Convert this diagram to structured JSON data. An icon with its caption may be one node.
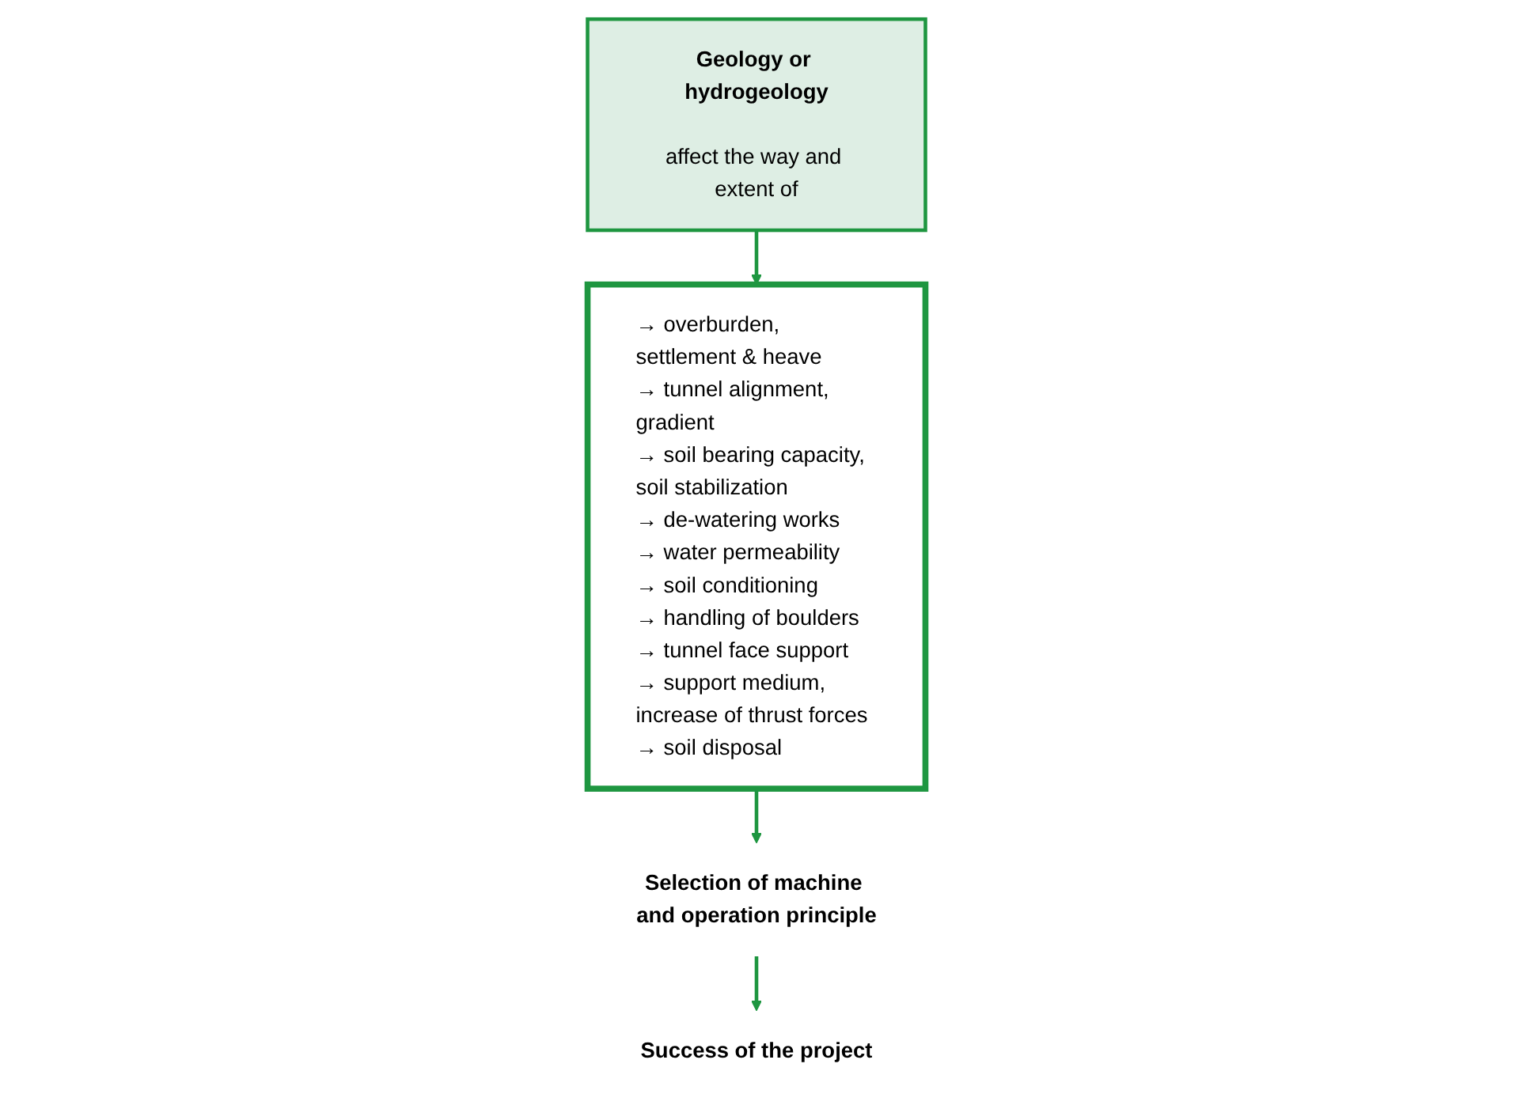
{
  "diagram": {
    "nodes": [
      {
        "text": [
          "Geology or hydrogeology",
          "affect the way and extent of"
        ]
      },
      {
        "text": [
          "→ overburden, settlement & heave",
          "→ tunnel alignment, gradient",
          "→ soil bearing capacity, soil stabilization",
          "→ de-watering works",
          "→ water permeability",
          "→ soil conditioning",
          "→ handling of boulders",
          "→ tunnel face support",
          "→ support medium, increase of thrust forces",
          "→ soil disposal"
        ]
      },
      {
        "text": [
          "Selection of machine and operation principle"
        ]
      },
      {
        "text": [
          "Success of the project"
        ]
      }
    ],
    "edges": [
      {
        "from": 0,
        "to": 1,
        "arrow": "to"
      },
      {
        "from": 1,
        "to": 2,
        "arrow": "to"
      },
      {
        "from": 2,
        "to": 3,
        "arrow": "to"
      }
    ]
  }
}
